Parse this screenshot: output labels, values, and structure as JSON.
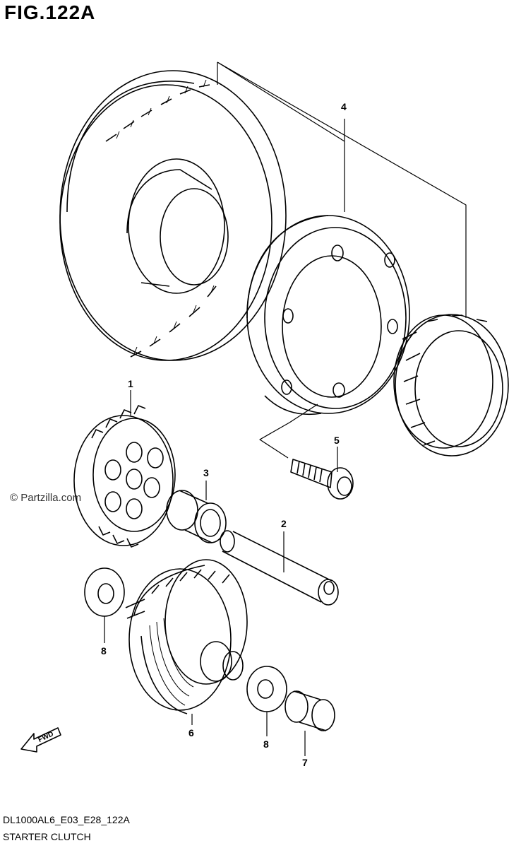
{
  "figure": {
    "title": "FIG.122A",
    "copyright": "© Partzilla.com",
    "code": "DL1000AL6_E03_E28_122A",
    "name": "STARTER CLUTCH"
  },
  "fwd_label": "FWD",
  "callouts": [
    {
      "id": "callout-1",
      "label": "1"
    },
    {
      "id": "callout-2",
      "label": "2"
    },
    {
      "id": "callout-3",
      "label": "3"
    },
    {
      "id": "callout-4",
      "label": "4"
    },
    {
      "id": "callout-5",
      "label": "5"
    },
    {
      "id": "callout-6",
      "label": "6"
    },
    {
      "id": "callout-7",
      "label": "7"
    },
    {
      "id": "callout-8a",
      "label": "8"
    },
    {
      "id": "callout-8b",
      "label": "8"
    }
  ],
  "colors": {
    "line": "#000000",
    "background": "#ffffff"
  }
}
